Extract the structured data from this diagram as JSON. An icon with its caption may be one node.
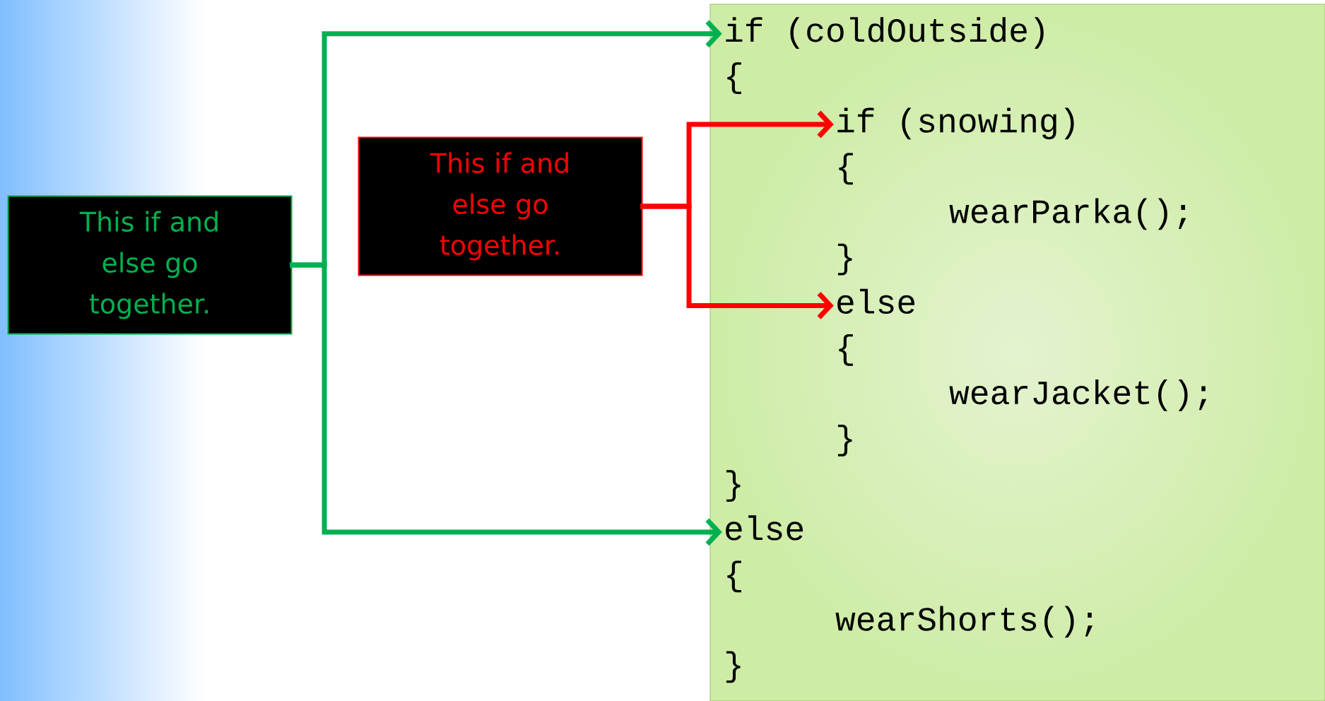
{
  "diagram": {
    "nodes": [
      {
        "text": [
          "This if and else go together."
        ]
      },
      {
        "text": [
          "This if and else go together."
        ]
      },
      {
        "text": [],
        "shape": "box"
      },
      {
        "text": [
          "if (coldOutside)"
        ],
        "in": 2
      },
      {
        "text": [
          "{"
        ],
        "in": 2
      },
      {
        "text": [
          "if (snowing)"
        ],
        "in": 2
      },
      {
        "text": [
          "{"
        ],
        "in": 2
      },
      {
        "text": [
          "wearParka();"
        ],
        "in": 2
      },
      {
        "text": [
          "}"
        ],
        "in": 2
      },
      {
        "text": [
          "else"
        ],
        "in": 2
      },
      {
        "text": [
          "{"
        ],
        "in": 2
      },
      {
        "text": [
          "wearJacket();"
        ],
        "in": 2
      },
      {
        "text": [
          "}"
        ],
        "in": 2
      },
      {
        "text": [
          "}"
        ],
        "in": 2
      },
      {
        "text": [
          "else"
        ],
        "in": 2
      },
      {
        "text": [
          "{"
        ],
        "in": 2
      },
      {
        "text": [
          "wearShorts();"
        ],
        "in": 2
      },
      {
        "text": [
          "}"
        ],
        "in": 2
      }
    ],
    "edges": [
      {
        "from": 0,
        "to": 3,
        "arrow": "to"
      },
      {
        "from": 0,
        "to": 14,
        "arrow": "to"
      },
      {
        "from": 1,
        "to": 5,
        "arrow": "to",
        "color": "#ff0000"
      },
      {
        "from": 1,
        "to": 9,
        "arrow": "to",
        "color": "#ff0000"
      }
    ]
  }
}
